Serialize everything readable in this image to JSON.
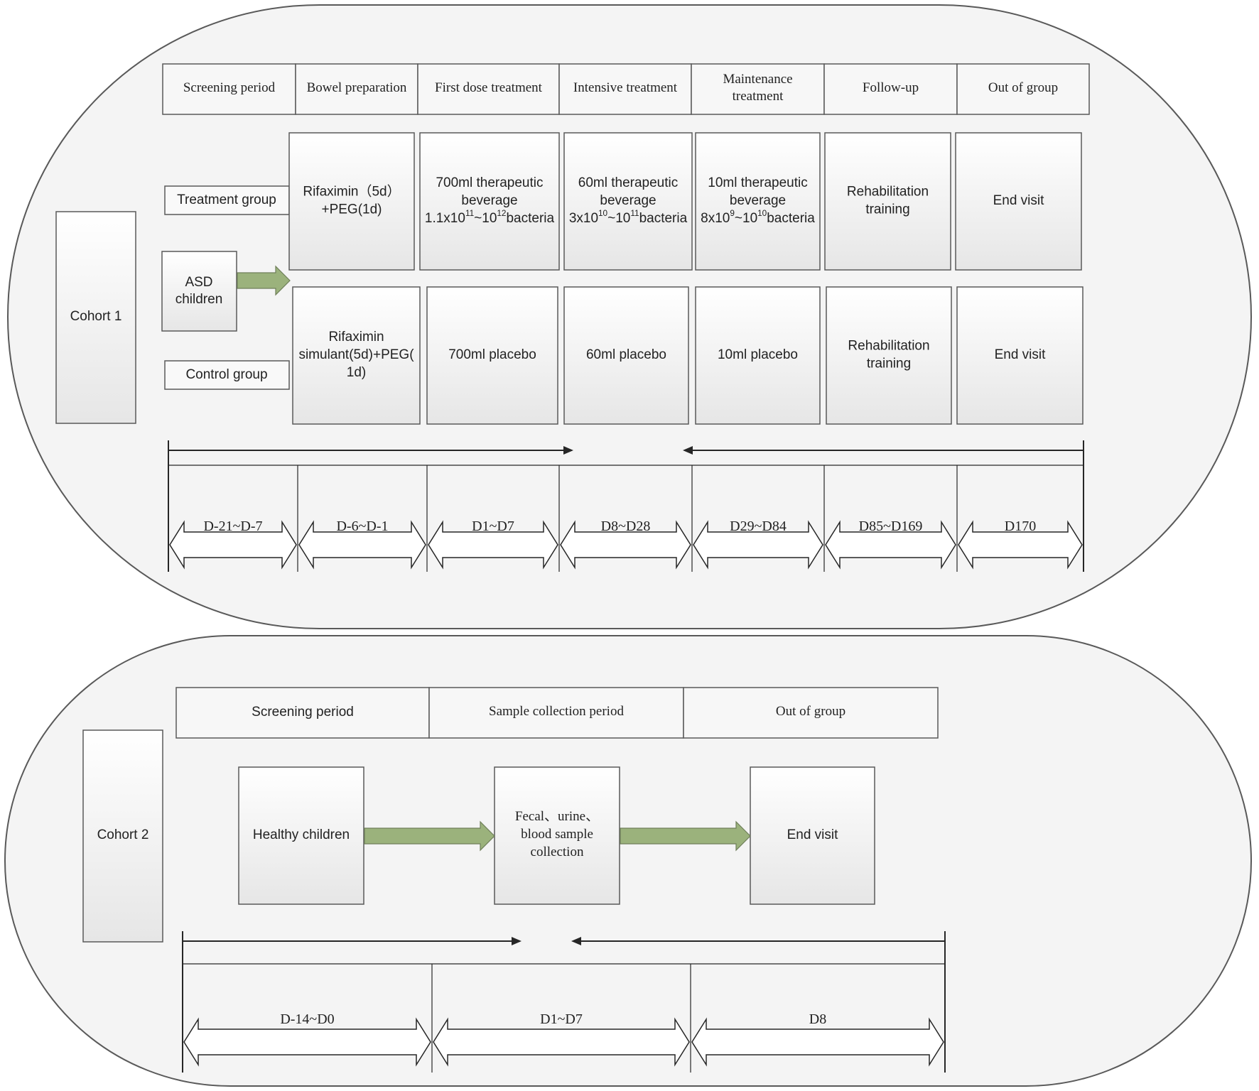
{
  "colors": {
    "cohort_fill": "#f4f4f4",
    "cohort_stroke": "#595959",
    "box_fill_top": "#ffffff",
    "box_fill_bottom": "#e6e6e6",
    "box_stroke": "#595959",
    "arrow_fill": "#9bb27c",
    "arrow_stroke": "#6f7f5a",
    "line": "#262626"
  },
  "cohort1": {
    "label": "Cohort 1",
    "phases": [
      "Screening period",
      "Bowel preparation",
      "First dose treatment",
      "Intensive treatment",
      "Maintenance treatment",
      "Follow-up",
      "Out of group"
    ],
    "asd_children": "ASD children",
    "treatment_group_label": "Treatment group",
    "control_group_label": "Control group",
    "treatment_boxes": [
      [
        "Rifaximin（5d）",
        "+PEG(1d)"
      ],
      [
        "700ml therapeutic",
        "beverage",
        "1.1x10^11~10^12bacteria"
      ],
      [
        "60ml therapeutic",
        "beverage",
        "3x10^10~10^11bacteria"
      ],
      [
        "10ml therapeutic",
        "beverage",
        "8x10^9~10^10bacteria"
      ],
      [
        "Rehabilitation",
        "training"
      ],
      [
        "End visit"
      ]
    ],
    "control_boxes": [
      [
        "Rifaximin",
        "simulant(5d)+PEG(",
        "1d)"
      ],
      [
        "700ml placebo"
      ],
      [
        "60ml placebo"
      ],
      [
        "10ml placebo"
      ],
      [
        "Rehabilitation",
        "training"
      ],
      [
        "End visit"
      ]
    ],
    "days": [
      "D-21~D-7",
      "D-6~D-1",
      "D1~D7",
      "D8~D28",
      "D29~D84",
      "D85~D169",
      "D170"
    ]
  },
  "cohort2": {
    "label": "Cohort 2",
    "phases": [
      "Screening period",
      "Sample collection period",
      "Out of group"
    ],
    "flow_boxes": [
      [
        "Healthy children"
      ],
      [
        "Fecal、urine、",
        "blood sample",
        "collection"
      ],
      [
        "End visit"
      ]
    ],
    "days": [
      "D-14~D0",
      "D1~D7",
      "D8"
    ]
  }
}
